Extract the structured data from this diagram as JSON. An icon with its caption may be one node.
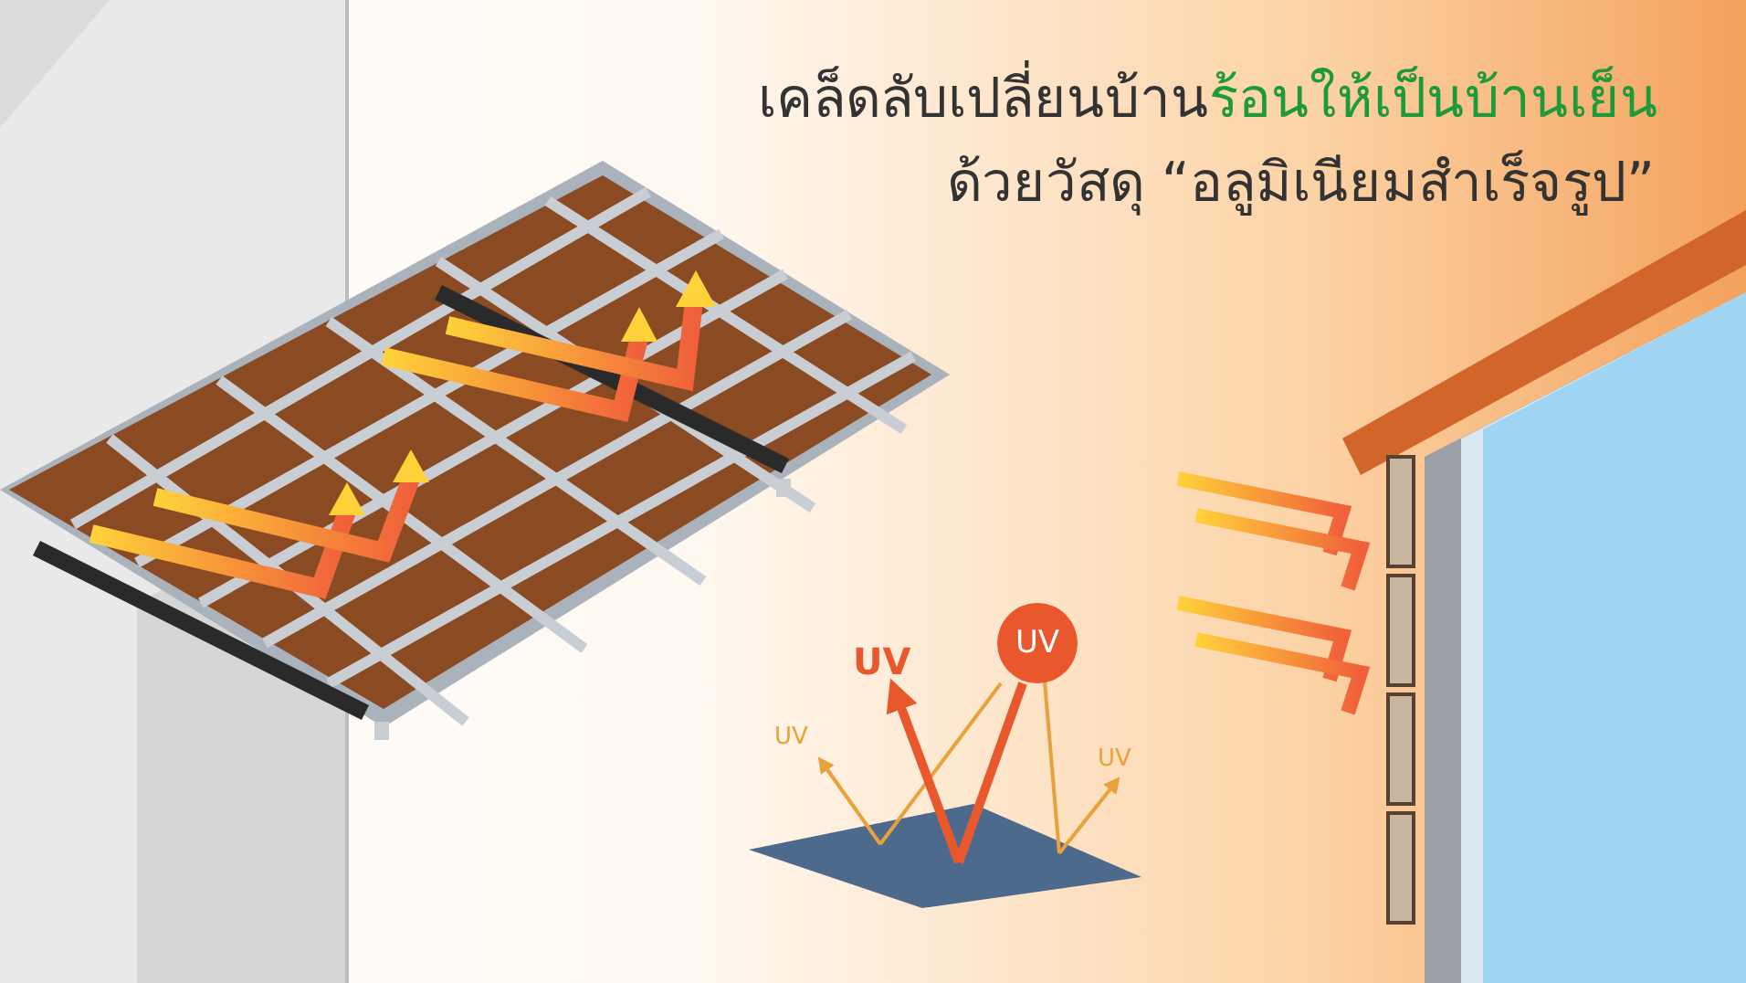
{
  "diagram": {
    "nodes": [
      {
        "text": [
          "UV"
        ]
      },
      {
        "text": [],
        "shape": "box"
      },
      {
        "text": [
          "UV"
        ]
      },
      {
        "text": [
          "UV"
        ]
      },
      {
        "text": [
          "UV"
        ]
      }
    ],
    "edges": [
      {
        "from": 0,
        "to": 1,
        "arrow": "none"
      },
      {
        "from": 1,
        "to": 3,
        "arrow": "to"
      },
      {
        "from": 0,
        "to": 1,
        "arrow": "none",
        "style": "thick",
        "color": "#e8582c"
      },
      {
        "from": 1,
        "to": 2,
        "arrow": "to",
        "style": "thick",
        "color": "#e8582c"
      },
      {
        "from": 0,
        "to": 1,
        "arrow": "none"
      },
      {
        "from": 1,
        "to": 4,
        "arrow": "to"
      }
    ],
    "labels": [
      "เคล็ดลับเปลี่ยนบ้าน",
      "ร้อนให้เป็นบ้านเย็น",
      "ด้วยวัสดุ “อลูมิเนียมสำเร็จรูป”"
    ]
  }
}
